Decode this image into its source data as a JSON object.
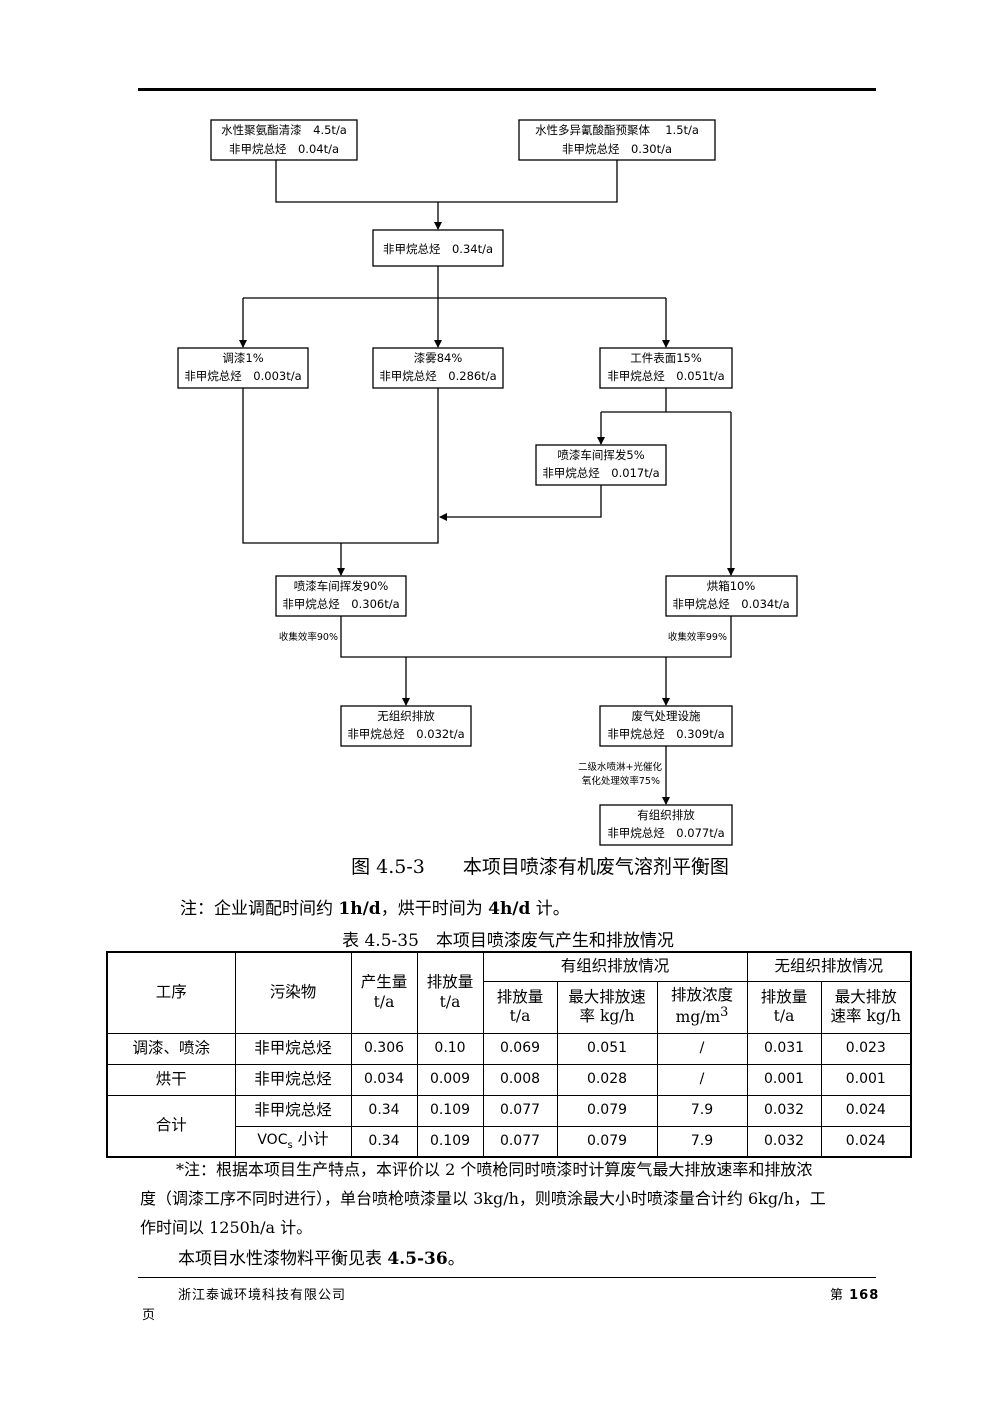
{
  "flow": {
    "box_src1_a": "水性聚氨酯清漆　4.5t/a",
    "box_src1_b": "非甲烷总烃　0.04t/a",
    "box_src2_a": "水性多异氰酸酯预聚体　 1.5t/a",
    "box_src2_b": "非甲烷总烃　0.30t/a",
    "box_total": "非甲烷总烃　0.34t/a",
    "box_tiaoqi_a": "调漆1%",
    "box_tiaoqi_b": "非甲烷总烃　0.003t/a",
    "box_qiwu_a": "漆雾84%",
    "box_qiwu_b": "非甲烷总烃　0.286t/a",
    "box_gongjian_a": "工件表面15%",
    "box_gongjian_b": "非甲烷总烃　0.051t/a",
    "box_penqi5_a": "喷漆车间挥发5%",
    "box_penqi5_b": "非甲烷总烃　0.017t/a",
    "box_penqi90_a": "喷漆车间挥发90%",
    "box_penqi90_b": "非甲烷总烃　0.306t/a",
    "box_hongxiang_a": "烘箱10%",
    "box_hongxiang_b": "非甲烷总烃　0.034t/a",
    "label_collect90": "收集效率90%",
    "label_collect99": "收集效率99%",
    "box_wuzuzhi_a": "无组织排放",
    "box_wuzuzhi_b": "非甲烷总烃　0.032t/a",
    "box_feiqi_a": "废气处理设施",
    "box_feiqi_b": "非甲烷总烃　0.309t/a",
    "label_treat1": "二级水喷淋+光催化",
    "label_treat2": "氧化处理效率75%",
    "box_youzuzhi_a": "有组织排放",
    "box_youzuzhi_b": "非甲烷总烃　0.077t/a"
  },
  "figure_caption": "图 4.5-3　　本项目喷漆有机废气溶剂平衡图",
  "note_line": {
    "prefix": "注：企业调配时间约 ",
    "v1": "1h/d",
    "mid": "，烘干时间为 ",
    "v2": "4h/d",
    "suffix": " 计。"
  },
  "table_caption": "表 4.5-35　本项目喷漆废气产生和排放情况",
  "table": {
    "h_process": "工序",
    "h_pollutant": "污染物",
    "h_produce_a": "产生量",
    "h_produce_b": "t/a",
    "h_emit_a": "排放量",
    "h_emit_b": "t/a",
    "h_organized": "有组织排放情况",
    "h_unorganized": "无组织排放情况",
    "h_o_emit_a": "排放量",
    "h_o_emit_b": "t/a",
    "h_o_rate_a": "最大排放速",
    "h_o_rate_b": "率 kg/h",
    "h_o_conc_a": "排放浓度",
    "h_o_conc_b": "mg/m",
    "h_o_conc_sup": "3",
    "h_u_emit_a": "排放量",
    "h_u_emit_b": "t/a",
    "h_u_rate_a": "最大排放",
    "h_u_rate_b": "速率 kg/h",
    "rows": [
      {
        "process": "调漆、喷涂",
        "pollutant": "非甲烷总烃",
        "produce": "0.306",
        "emit": "0.10",
        "o_emit": "0.069",
        "o_rate": "0.051",
        "o_conc": "/",
        "u_emit": "0.031",
        "u_rate": "0.023"
      },
      {
        "process": "烘干",
        "pollutant": "非甲烷总烃",
        "produce": "0.034",
        "emit": "0.009",
        "o_emit": "0.008",
        "o_rate": "0.028",
        "o_conc": "/",
        "u_emit": "0.001",
        "u_rate": "0.001"
      },
      {
        "process": "合计",
        "pollutant": "非甲烷总烃",
        "produce": "0.34",
        "emit": "0.109",
        "o_emit": "0.077",
        "o_rate": "0.079",
        "o_conc": "7.9",
        "u_emit": "0.032",
        "u_rate": "0.024"
      },
      {
        "process": "",
        "pollutant_a": "VOC",
        "pollutant_sub": "s",
        "pollutant_b": " 小计",
        "produce": "0.34",
        "emit": "0.109",
        "o_emit": "0.077",
        "o_rate": "0.079",
        "o_conc": "7.9",
        "u_emit": "0.032",
        "u_rate": "0.024"
      }
    ]
  },
  "footnote": {
    "line1": "*注：根据本项目生产特点，本评价以 2 个喷枪同时喷漆时计算废气最大排放速率和排放浓",
    "line2": "度（调漆工序不同时进行），单台喷枪喷漆量以 3kg/h，则喷涂最大小时喷漆量合计约 6kg/h，工",
    "line3": "作时间以 1250h/a 计。"
  },
  "balance_line": {
    "prefix": "本项目水性漆物料平衡见表 ",
    "ref": "4.5-36",
    "suffix": "。"
  },
  "footer": {
    "company": "浙江泰诚环境科技有限公司",
    "page_prefix": "第 ",
    "page_num": "168",
    "page_suffix": "页"
  }
}
